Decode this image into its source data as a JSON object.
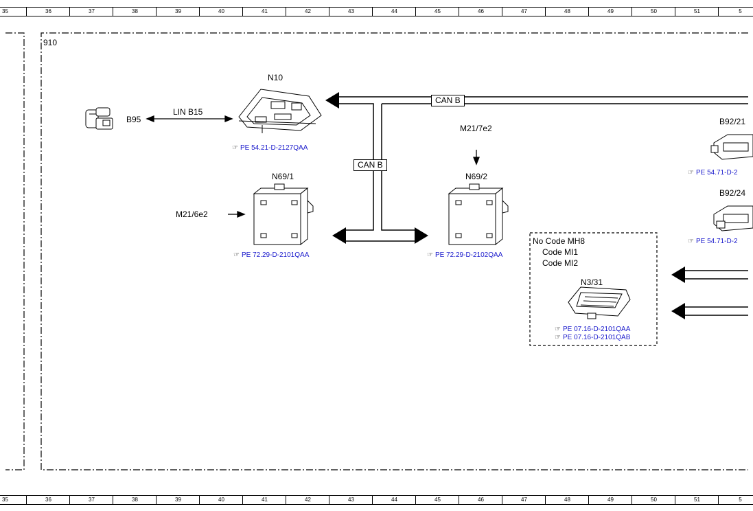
{
  "ruler": {
    "numbers": [
      "35",
      "36",
      "37",
      "38",
      "39",
      "40",
      "41",
      "42",
      "43",
      "44",
      "45",
      "46",
      "47",
      "48",
      "49",
      "50",
      "51",
      "5"
    ]
  },
  "area": {
    "id": "910"
  },
  "components": {
    "n10": {
      "label": "N10",
      "ref": "PE 54.21-D-2127QAA"
    },
    "b95": {
      "label": "B95"
    },
    "lin": {
      "label": "LIN B15"
    },
    "n69_1": {
      "label": "N69/1",
      "ref": "PE 72.29-D-2101QAA"
    },
    "m21_6e2": {
      "label": "M21/6e2"
    },
    "n69_2": {
      "label": "N69/2",
      "ref": "PE 72.29-D-2102QAA"
    },
    "m21_7e2": {
      "label": "M21/7e2"
    },
    "b92_21": {
      "label": "B92/21",
      "ref": "PE 54.71-D-2"
    },
    "b92_24": {
      "label": "B92/24",
      "ref": "PE 54.71-D-2"
    },
    "n3_31": {
      "label": "N3/31",
      "ref1": "PE 07.16-D-2101QAA",
      "ref2": "PE 07.16-D-2101QAB"
    }
  },
  "buses": {
    "can_top": "CAN B",
    "can_mid": "CAN B"
  },
  "code_box": {
    "line1": "No Code MH8",
    "line2": "Code MI1",
    "line3": "Code MI2"
  },
  "colors": {
    "link": "#1a1acc",
    "line": "#000000"
  }
}
